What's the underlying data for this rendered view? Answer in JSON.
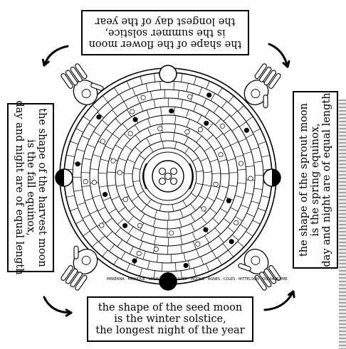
{
  "labels": {
    "summer": {
      "line1": "the shape of the flower moon",
      "line2": "is the summer solstice,",
      "line3": "the longest day of the year"
    },
    "winter": {
      "line1": "the shape of the seed moon",
      "line2": "is the winter solstice,",
      "line3": "the longest night of the year"
    },
    "fall": {
      "line1": "the shape of the harvest moon",
      "line2": "is the fall equinox,",
      "line3": "day and night are of equal length"
    },
    "spring": {
      "line1": "the shape of the sprout moon",
      "line2": "is the spring equinox,",
      "line3": "day and night are of equal length"
    }
  },
  "wheel": {
    "rim_names": [
      "MEKENNA",
      "MONIQUE",
      "LOUIS",
      "WHITE SILVER",
      "MOONS",
      "AGNES",
      "COLES",
      "MITTELSON",
      "OLIVIA BLUME"
    ]
  },
  "colors": {
    "ink": "#000000",
    "paper": "#ffffff"
  }
}
